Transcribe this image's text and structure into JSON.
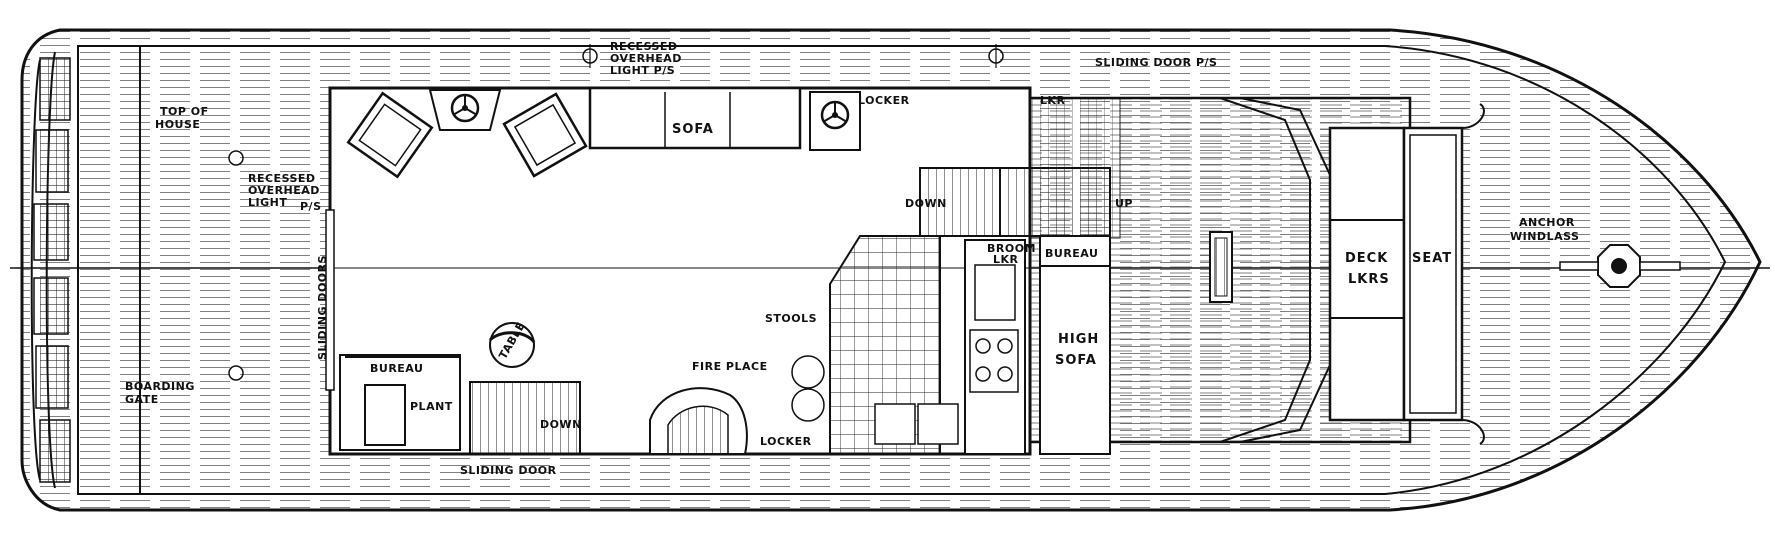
{
  "drawing": {
    "labels": {
      "recessed_overhead_top_1": "RECESSED",
      "recessed_overhead_top_2": "OVERHEAD",
      "recessed_overhead_top_3": "LIGHT P/S",
      "sliding_door_top": "SLIDING DOOR P/S",
      "top_of_house_1": "TOP OF",
      "top_of_house_2": "HOUSE",
      "recessed_overhead_left_1": "RECESSED",
      "recessed_overhead_left_2": "OVERHEAD",
      "recessed_overhead_left_3": "LIGHT",
      "recessed_overhead_left_4": "P/S",
      "sliding_doors_vertical": "SLIDING DOORS",
      "sofa": "SOFA",
      "locker_top": "LOCKER",
      "lkr": "LKR",
      "down_upper": "DOWN",
      "up": "UP",
      "broom_lkr_1": "BROOM",
      "broom_lkr_2": "LKR",
      "bureau_mid": "BUREAU",
      "deck_lkrs_1": "DECK",
      "deck_lkrs_2": "LKRS",
      "seat": "SEAT",
      "anchor_windlass_1": "ANCHOR",
      "anchor_windlass_2": "WINDLASS",
      "stools": "STOOLS",
      "high_sofa_1": "HIGH",
      "high_sofa_2": "SOFA",
      "bureau_left": "BUREAU",
      "table": "TABLE",
      "plant": "PLANT",
      "down_lower": "DOWN",
      "fire_place": "FIRE PLACE",
      "locker_bottom": "LOCKER",
      "boarding_gate_1": "BOARDING",
      "boarding_gate_2": "GATE",
      "sliding_door_bottom": "SLIDING DOOR"
    },
    "icons": [
      "steering-wheel-icon",
      "anchor-windlass-icon",
      "overhead-light-icon"
    ],
    "colors": {
      "ink": "#111111",
      "background": "#ffffff"
    }
  }
}
